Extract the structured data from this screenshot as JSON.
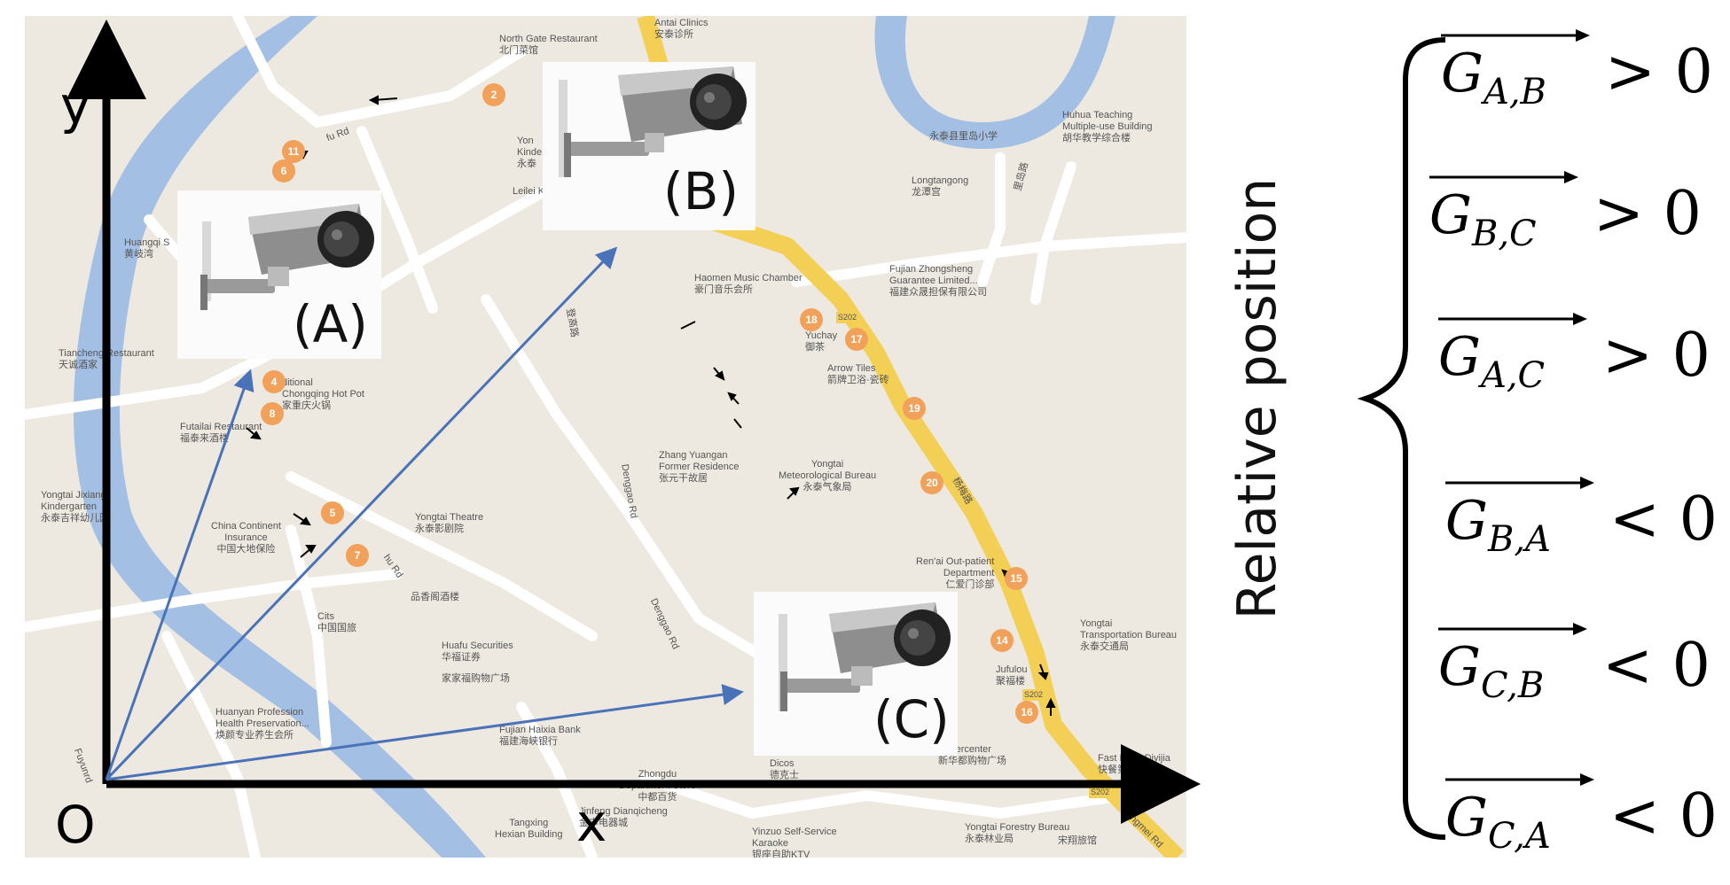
{
  "map": {
    "labels": [
      {
        "id": "north-gate",
        "en": "North Gate Restaurant",
        "cn": "北门菜馆"
      },
      {
        "id": "antai",
        "en": "Antai Clinics",
        "cn": "安泰诊所"
      },
      {
        "id": "huhua",
        "en": "Huhua Teaching\nMultiple-use Building",
        "cn": "胡华教学综合楼"
      },
      {
        "id": "lidao-school",
        "en": "永泰县里岛小学",
        "cn": ""
      },
      {
        "id": "longtangong",
        "en": "Longtangong",
        "cn": "龙潭宫"
      },
      {
        "id": "fujian-zs",
        "en": "Fujian Zhongsheng\nGuarantee Limited...",
        "cn": "福建众晟担保有限公司"
      },
      {
        "id": "haomen",
        "en": "Haomen Music Chamber",
        "cn": "豪门音乐会所"
      },
      {
        "id": "yuchay",
        "en": "Yuchay",
        "cn": "御茶"
      },
      {
        "id": "arrow-tiles",
        "en": "Arrow Tiles",
        "cn": "箭牌卫浴·瓷砖"
      },
      {
        "id": "yongtai-met",
        "en": "Yongtai\nMeteorological Bureau",
        "cn": "永泰气象局"
      },
      {
        "id": "zhang-yuangan",
        "en": "Zhang Yuangan\nFormer Residence",
        "cn": "张元干故居"
      },
      {
        "id": "renai",
        "en": "Ren'ai Out-patient\nDepartment",
        "cn": "仁爱门诊部"
      },
      {
        "id": "yongtai-transport",
        "en": "Yongtai\nTransportation Bureau",
        "cn": "永泰交通局"
      },
      {
        "id": "jufulou",
        "en": "Jufulou",
        "cn": "聚福楼"
      },
      {
        "id": "fast-food",
        "en": "Fast Food Diyijia",
        "cn": "快餐第一家"
      },
      {
        "id": "supercenter",
        "en": "Supercenter",
        "cn": "新华都购物广场"
      },
      {
        "id": "dicos",
        "en": "Dicos",
        "cn": "德克士"
      },
      {
        "id": "zhongdu",
        "en": "Zhongdu\nDepartment Store",
        "cn": "中都百货"
      },
      {
        "id": "jinfeng",
        "en": "Jinfeng Dianqicheng",
        "cn": "金丰电器城"
      },
      {
        "id": "yinzuo",
        "en": "Yinzuo Self-Service\nKaraoke",
        "cn": "银座自助KTV"
      },
      {
        "id": "forestry",
        "en": "Yongtai Forestry Bureau",
        "cn": "永泰林业局"
      },
      {
        "id": "tangxing",
        "en": "Tangxing\nHexian Building",
        "cn": ""
      },
      {
        "id": "fujian-haixia",
        "en": "Fujian Haixia Bank",
        "cn": "福建海峡银行"
      },
      {
        "id": "huanyan",
        "en": "Huanyan Profession\nHealth Preservation...",
        "cn": "焕颜专业养生会所"
      },
      {
        "id": "huafu-sec",
        "en": "Huafu Securities",
        "cn": "华福证券"
      },
      {
        "id": "jiajiafu",
        "en": "家家福购物广场",
        "cn": ""
      },
      {
        "id": "cits",
        "en": "Cits",
        "cn": "中国国旅"
      },
      {
        "id": "pinxiang",
        "en": "品香阁酒楼",
        "cn": ""
      },
      {
        "id": "china-continent",
        "en": "China Continent\nInsurance",
        "cn": "中国大地保险"
      },
      {
        "id": "yongtai-theatre",
        "en": "Yongtai Theatre",
        "cn": "永泰影剧院"
      },
      {
        "id": "yongtai-jixiang",
        "en": "Yongtai Jixiang\nKindergarten",
        "cn": "永泰吉祥幼儿园"
      },
      {
        "id": "futailai",
        "en": "Futailai Restaurant",
        "cn": "福泰来酒楼"
      },
      {
        "id": "chongqing",
        "en": "ditional\nChongqing Hot Pot",
        "cn": "家重庆火锅"
      },
      {
        "id": "tiancheng",
        "en": "Tiancheng Restaurant",
        "cn": "天诚酒家"
      },
      {
        "id": "huangqi",
        "en": "Huangqi S",
        "cn": "黄岐湾"
      },
      {
        "id": "leilei",
        "en": "Leilei K",
        "cn": ""
      },
      {
        "id": "yong-kinder",
        "en": "Yon\nKinde",
        "cn": "永泰"
      },
      {
        "id": "fu-rd",
        "en": "fu Rd",
        "cn": ""
      },
      {
        "id": "denggao-rd-1",
        "en": "Denggao Rd",
        "cn": ""
      },
      {
        "id": "denggao-rd-2",
        "en": "Denggao Rd",
        "cn": ""
      },
      {
        "id": "shu-rd",
        "en": "hu Rd",
        "cn": ""
      },
      {
        "id": "yangmei-rd",
        "en": "Yangmei Rd",
        "cn": ""
      },
      {
        "id": "fuyun-rd",
        "en": "Fuyunrd",
        "cn": ""
      },
      {
        "id": "road-s202-a",
        "en": "S202",
        "cn": ""
      },
      {
        "id": "road-s202-b",
        "en": "S202",
        "cn": ""
      },
      {
        "id": "road-s202-c",
        "en": "S202",
        "cn": ""
      },
      {
        "id": "lidao-rd",
        "en": "里岛路",
        "cn": ""
      },
      {
        "id": "denggao-cn",
        "en": "登高路",
        "cn": ""
      },
      {
        "id": "yangmei-cn",
        "en": "杨梅路",
        "cn": ""
      },
      {
        "id": "songfu",
        "en": "宋翔旅馆",
        "cn": ""
      }
    ],
    "markers": [
      "2",
      "11",
      "6",
      "4",
      "8",
      "5",
      "7",
      "18",
      "17",
      "19",
      "20",
      "15",
      "14",
      "16"
    ]
  },
  "cameras": [
    {
      "id": "A",
      "label": "(A)"
    },
    {
      "id": "B",
      "label": "(B)"
    },
    {
      "id": "C",
      "label": "(C)"
    }
  ],
  "axes": {
    "x_label": "x",
    "y_label": "y",
    "origin_label": "O"
  },
  "relative_position": {
    "title": "Relative position",
    "inequalities": [
      {
        "vector": "G",
        "sub": "A,B",
        "relation": "> 0"
      },
      {
        "vector": "G",
        "sub": "B,C",
        "relation": "> 0"
      },
      {
        "vector": "G",
        "sub": "A,C",
        "relation": "> 0"
      },
      {
        "vector": "G",
        "sub": "B,A",
        "relation": "< 0"
      },
      {
        "vector": "G",
        "sub": "C,B",
        "relation": "< 0"
      },
      {
        "vector": "G",
        "sub": "C,A",
        "relation": "< 0"
      }
    ]
  },
  "colors": {
    "river": "#a3bfe3",
    "main_road": "#f3cf55",
    "marker": "#f2a15a",
    "vector_arrow": "#4a72b8",
    "axis": "#000000"
  }
}
